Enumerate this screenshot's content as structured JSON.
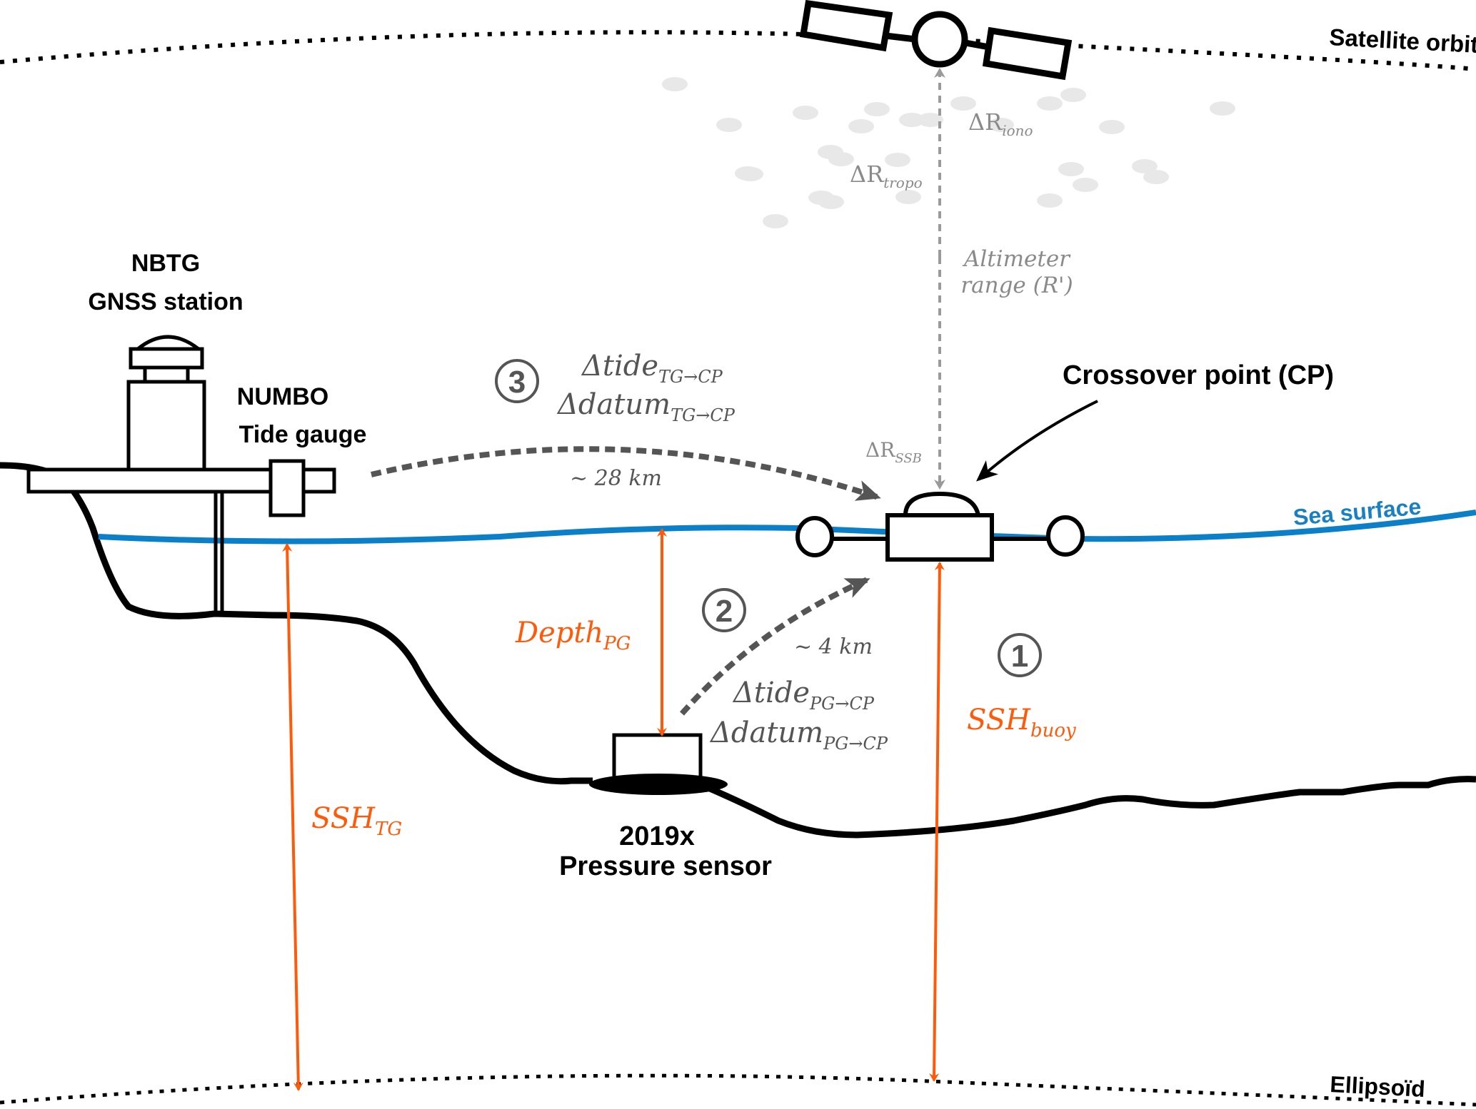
{
  "title": "Sea surface height calibration schematic",
  "colors": {
    "sea_surface": "#0b7fc7",
    "ssh_arrows": "#ff5a0a",
    "transfer_arrows": "#555555",
    "altimeter_range": "#9a9a9a",
    "atmosphere_dots": "#e8e8e8",
    "ground": "#000000"
  },
  "labels": {
    "satellite_orbit": "Satellite orbit",
    "ellipsoid": "Ellipsoïd",
    "sea_surface": "Sea surface",
    "gnss_station": {
      "line1": "NBTG",
      "line2": "GNSS station"
    },
    "tide_gauge": {
      "line1": "NUMBO",
      "line2": "Tide gauge"
    },
    "pressure_sensor": {
      "line1": "2019x",
      "line2": "Pressure sensor"
    },
    "crossover_point": "Crossover point (CP)"
  },
  "corrections": {
    "iono": {
      "symbol": "ΔR",
      "sub": "iono"
    },
    "tropo": {
      "symbol": "ΔR",
      "sub": "tropo"
    },
    "ssb": {
      "symbol": "ΔR",
      "sub": "SSB"
    },
    "altimeter_range": {
      "line1": "Altimeter",
      "line2": "range (R')"
    }
  },
  "steps": [
    {
      "number": "1",
      "label": {
        "main": "SSH",
        "sub": "buoy"
      }
    },
    {
      "number": "2",
      "distance": "~ 4 km",
      "tide": {
        "main": "Δtide",
        "sub": "PG→CP"
      },
      "datum": {
        "main": "Δdatum",
        "sub": "PG→CP"
      }
    },
    {
      "number": "3",
      "distance": "~ 28 km",
      "tide": {
        "main": "Δtide",
        "sub": "TG→CP"
      },
      "datum": {
        "main": "Δdatum",
        "sub": "TG→CP"
      }
    }
  ],
  "measurements": {
    "ssh_tg": {
      "main": "SSH",
      "sub": "TG"
    },
    "depth_pg": {
      "main": "Depth",
      "sub": "PG"
    }
  }
}
